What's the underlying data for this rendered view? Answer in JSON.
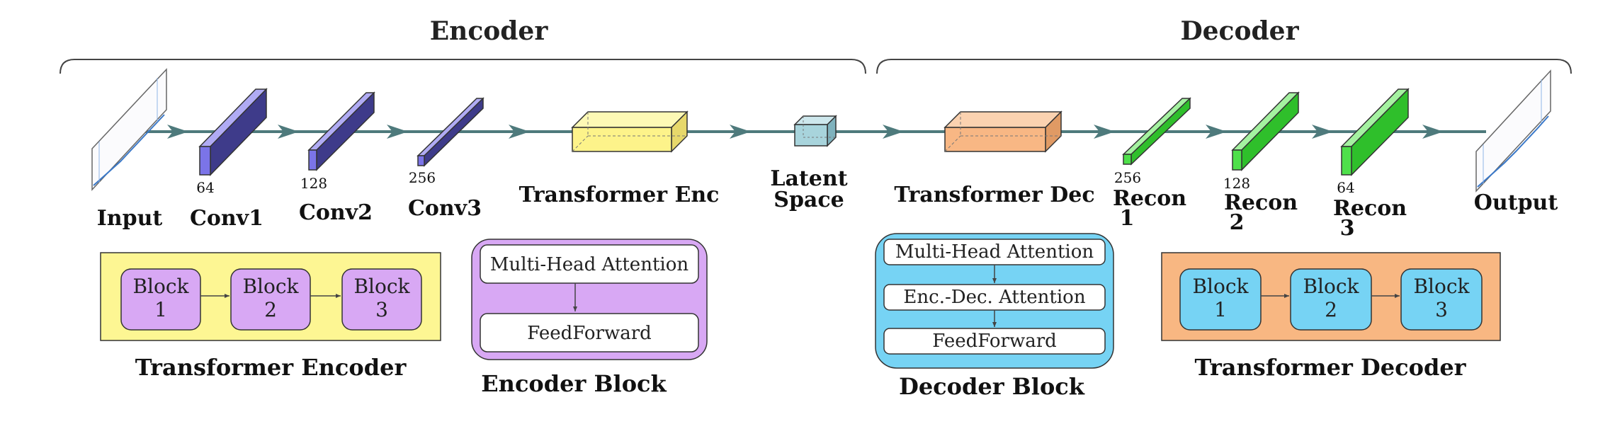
{
  "sections": {
    "encoder": "Encoder",
    "decoder": "Decoder"
  },
  "pipeline": {
    "input": "Input",
    "output": "Output",
    "conv1": {
      "label": "Conv1",
      "channels": "64"
    },
    "conv2": {
      "label": "Conv2",
      "channels": "128"
    },
    "conv3": {
      "label": "Conv3",
      "channels": "256"
    },
    "transformer_enc": "Transformer Enc",
    "latent": {
      "line1": "Latent",
      "line2": "Space"
    },
    "transformer_dec": "Transformer Dec",
    "recon1": {
      "line1": "Recon",
      "line2": "1",
      "channels": "256"
    },
    "recon2": {
      "line1": "Recon",
      "line2": "2",
      "channels": "128"
    },
    "recon3": {
      "line1": "Recon",
      "line2": "3",
      "channels": "64"
    }
  },
  "transformer_encoder": {
    "title": "Transformer Encoder",
    "blocks": [
      {
        "word": "Block",
        "num": "1"
      },
      {
        "word": "Block",
        "num": "2"
      },
      {
        "word": "Block",
        "num": "3"
      }
    ]
  },
  "encoder_block": {
    "title": "Encoder Block",
    "attention": "Multi-Head Attention",
    "feedforward": "FeedForward"
  },
  "decoder_block": {
    "title": "Decoder Block",
    "attention": "Multi-Head Attention",
    "cross_attention": "Enc.-Dec. Attention",
    "feedforward": "FeedForward"
  },
  "transformer_decoder": {
    "title": "Transformer Decoder",
    "blocks": [
      {
        "word": "Block",
        "num": "1"
      },
      {
        "word": "Block",
        "num": "2"
      },
      {
        "word": "Block",
        "num": "3"
      }
    ]
  },
  "colors": {
    "arrow": "#4e7a7c",
    "conv": "#7b74e8",
    "recon": "#4ee04a",
    "transformer_enc": "#fdf38a",
    "latent": "#a8d4dc",
    "transformer_dec": "#f8b784",
    "encoder_panel": "#fdf693",
    "encoder_block_fill": "#d8a8f4",
    "decoder_block_fill": "#76d3f4",
    "decoder_panel": "#f8b782"
  }
}
